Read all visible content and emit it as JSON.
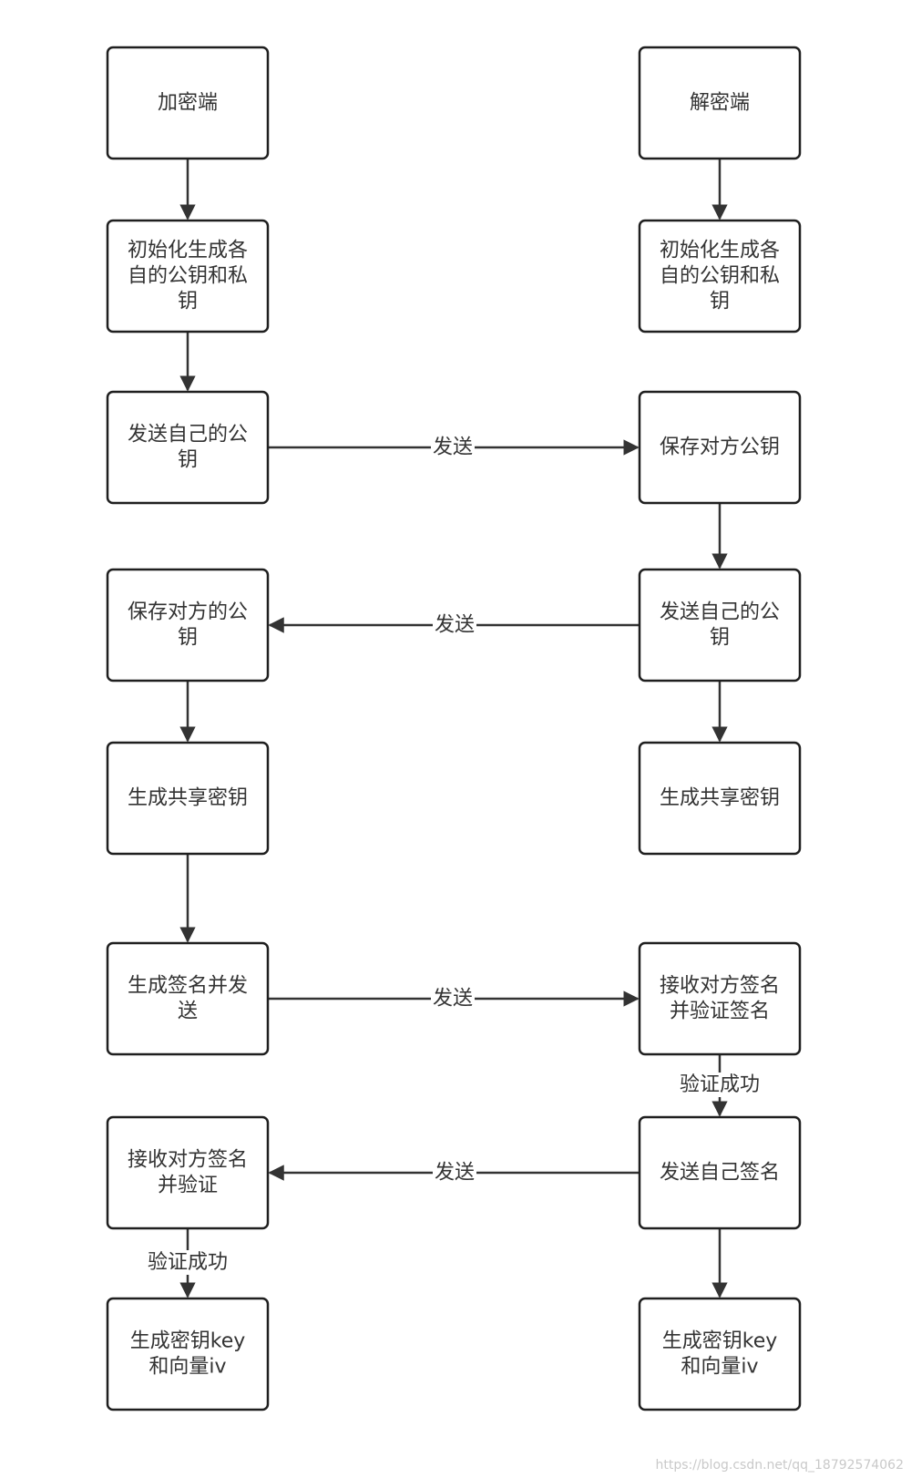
{
  "nodes": {
    "enc_title": [
      "加密端"
    ],
    "dec_title": [
      "解密端"
    ],
    "enc_init": [
      "初始化生成各",
      "自的公钥和私",
      "钥"
    ],
    "dec_init": [
      "初始化生成各",
      "自的公钥和私",
      "钥"
    ],
    "enc_send_pub": [
      "发送自己的公",
      "钥"
    ],
    "dec_save_pub": [
      "保存对方公钥"
    ],
    "enc_save_pub": [
      "保存对方的公",
      "钥"
    ],
    "dec_send_pub": [
      "发送自己的公",
      "钥"
    ],
    "enc_shared": [
      "生成共享密钥"
    ],
    "dec_shared": [
      "生成共享密钥"
    ],
    "enc_sign_send": [
      "生成签名并发",
      "送"
    ],
    "dec_recv_verify": [
      "接收对方签名",
      "并验证签名"
    ],
    "enc_recv_verify": [
      "接收对方签名",
      "并验证"
    ],
    "dec_send_sign": [
      "发送自己签名"
    ],
    "enc_gen_key": [
      "生成密钥key",
      "和向量iv"
    ],
    "dec_gen_key": [
      "生成密钥key",
      "和向量iv"
    ]
  },
  "edges": [
    {
      "from": "enc_title",
      "to": "enc_init",
      "label": ""
    },
    {
      "from": "enc_init",
      "to": "enc_send_pub",
      "label": ""
    },
    {
      "from": "enc_save_pub",
      "to": "enc_shared",
      "label": ""
    },
    {
      "from": "enc_shared",
      "to": "enc_sign_send",
      "label": ""
    },
    {
      "from": "enc_recv_verify",
      "to": "enc_gen_key",
      "label": "验证成功"
    },
    {
      "from": "dec_title",
      "to": "dec_init",
      "label": ""
    },
    {
      "from": "dec_save_pub",
      "to": "dec_send_pub",
      "label": ""
    },
    {
      "from": "dec_send_pub",
      "to": "dec_shared",
      "label": ""
    },
    {
      "from": "dec_recv_verify",
      "to": "dec_send_sign",
      "label": "验证成功"
    },
    {
      "from": "dec_send_sign",
      "to": "dec_gen_key",
      "label": ""
    },
    {
      "from": "enc_send_pub",
      "to": "dec_save_pub",
      "label": "发送"
    },
    {
      "from": "dec_send_pub",
      "to": "enc_save_pub",
      "label": "发送"
    },
    {
      "from": "enc_sign_send",
      "to": "dec_recv_verify",
      "label": "发送"
    },
    {
      "from": "dec_send_sign",
      "to": "enc_recv_verify",
      "label": "发送"
    }
  ],
  "watermark": "https://blog.csdn.net/qq_18792574062"
}
